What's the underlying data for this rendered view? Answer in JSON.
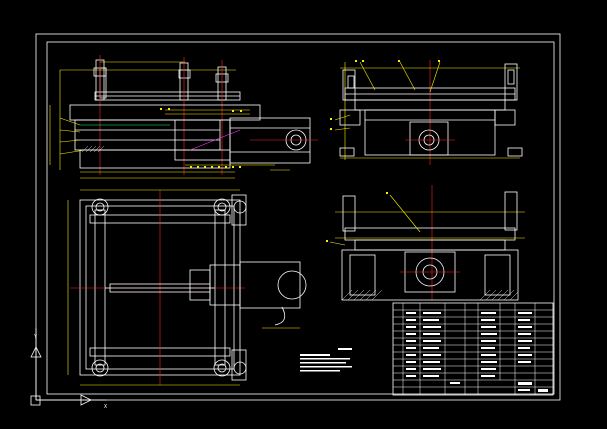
{
  "canvas": {
    "background": "#000000"
  },
  "colors": {
    "outline": "#ffffff",
    "dim": "#ffee00",
    "center": "#ff2020",
    "hidden": "#20ff40",
    "accent": "#20e0ff",
    "purple": "#ff30ff"
  },
  "drawing": {
    "ucs_icon": {
      "axis_x": "X",
      "axis_y": "Y"
    },
    "notes_title": "",
    "title_block_rows": 12
  }
}
